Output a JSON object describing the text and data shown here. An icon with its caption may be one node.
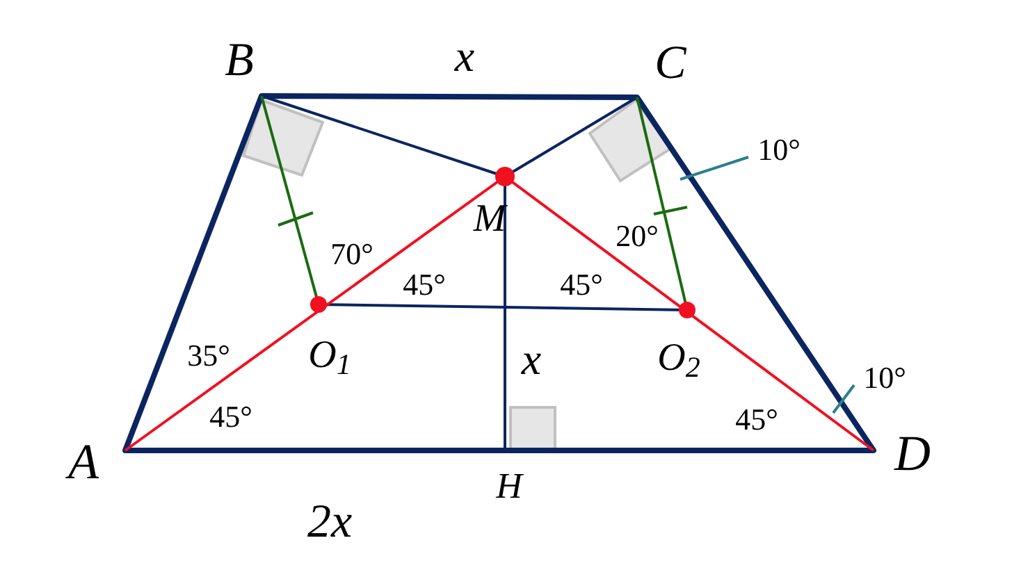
{
  "diagram": {
    "nodes": [
      {
        "text": [
          "10°"
        ]
      },
      {
        "text": [
          "10°"
        ]
      }
    ],
    "edges": [
      {
        "from": 0,
        "to": null,
        "arrow": "none"
      },
      {
        "from": 1,
        "to": null,
        "arrow": "none"
      }
    ],
    "labels": [
      "B",
      "x",
      "C",
      "M",
      "70°",
      "20°",
      "45°",
      "45°",
      "O$_{1}$",
      "O$_{2}$",
      "35°",
      "x",
      "45°",
      "45°",
      "A",
      "H",
      "D",
      "2x"
    ]
  }
}
